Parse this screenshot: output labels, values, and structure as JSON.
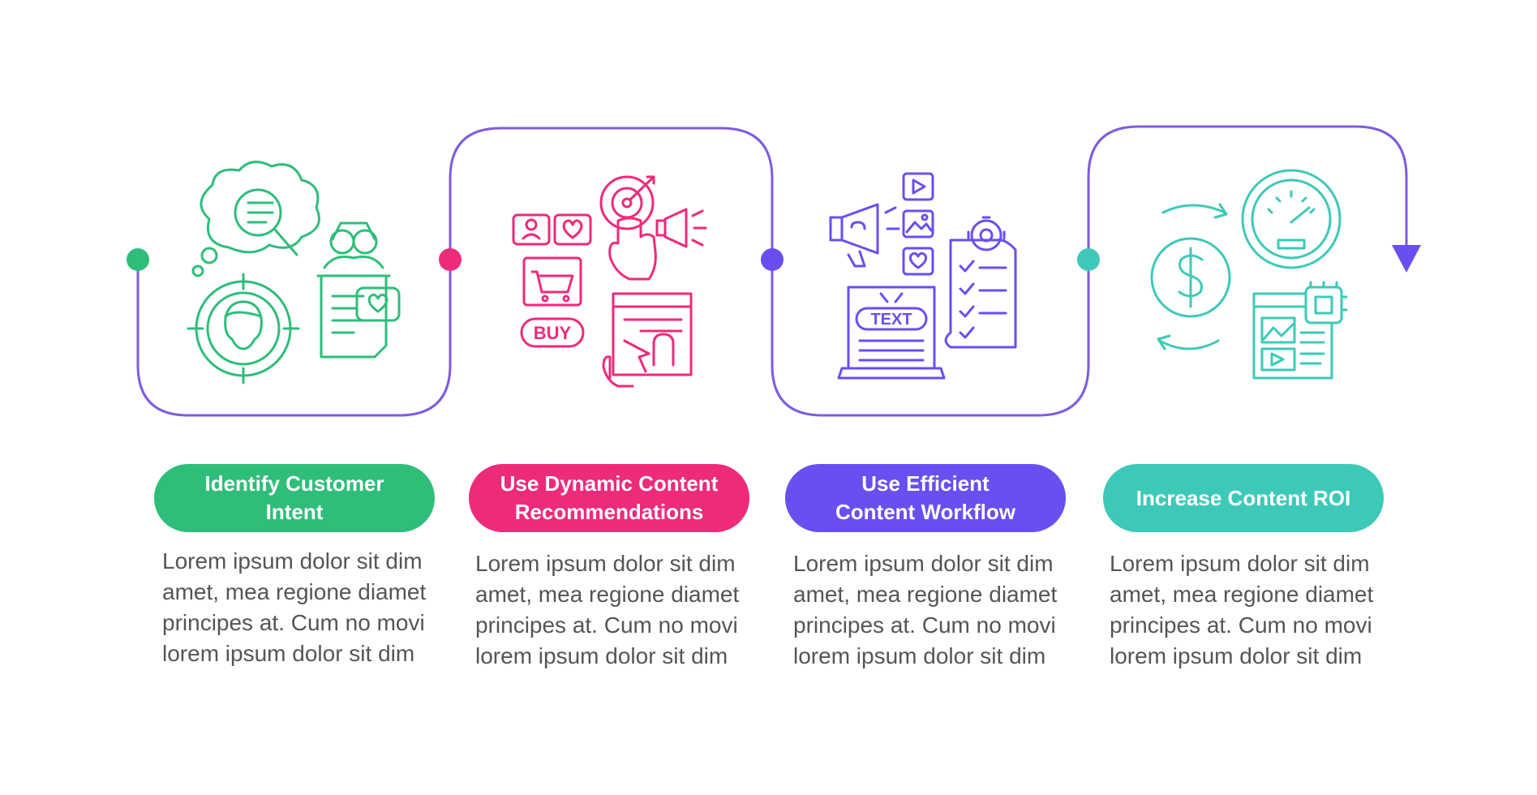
{
  "colors": {
    "green": "#2ebe7a",
    "magenta": "#ee2a7b",
    "purple": "#6b4ef0",
    "teal": "#3dc9b8",
    "connector": "#7d5ce0",
    "body_text": "#555555"
  },
  "steps": [
    {
      "title": "Identify Customer\nIntent",
      "color": "#2ebe7a",
      "icons": [
        "brain-search-icon",
        "target-person-icon",
        "binoculars-icon",
        "feedback-document-icon"
      ],
      "body": "Lorem ipsum dolor sit dim\namet, mea regione diamet\nprincipes at. Cum no movi\nlorem ipsum dolor sit dim"
    },
    {
      "title": "Use Dynamic Content\nRecommendations",
      "color": "#ee2a7b",
      "icons": [
        "profile-icon",
        "heart-icon",
        "shopping-cart-icon",
        "buy-badge-icon",
        "target-click-icon",
        "megaphone-icon",
        "magnet-webpage-icon"
      ],
      "body": "Lorem ipsum dolor sit dim\namet, mea regione diamet\nprincipes at. Cum no movi\nlorem ipsum dolor sit dim"
    },
    {
      "title": "Use Efficient\nContent Workflow",
      "color": "#6b4ef0",
      "icons": [
        "magnet-megaphone-icon",
        "play-icon",
        "image-icon",
        "heart-icon",
        "checklist-gear-icon",
        "laptop-text-icon"
      ],
      "laptop_label": "TEXT",
      "body": "Lorem ipsum dolor sit dim\namet, mea regione diamet\nprincipes at. Cum no movi\nlorem ipsum dolor sit dim"
    },
    {
      "title": "Increase Content ROI",
      "color": "#3dc9b8",
      "icons": [
        "dollar-cycle-icon",
        "speedometer-icon",
        "ai-content-page-icon"
      ],
      "body": "Lorem ipsum dolor sit dim\namet, mea regione diamet\nprincipes at. Cum no movi\nlorem ipsum dolor sit dim"
    }
  ],
  "buy_label": "BUY"
}
